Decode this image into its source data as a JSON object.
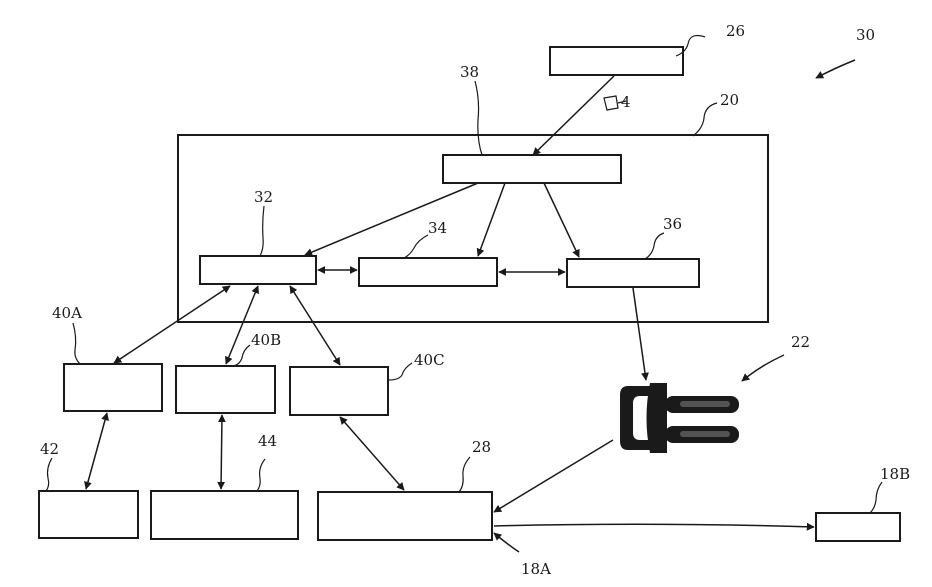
{
  "labels": {
    "system": "30",
    "controller": "20",
    "input_device": "26",
    "signal": "4",
    "processor": "38",
    "module_a": "32",
    "module_b": "34",
    "module_c": "36",
    "connector": "22",
    "unit_a": "40A",
    "unit_b": "40B",
    "unit_c": "40C",
    "device_a": "42",
    "device_b": "44",
    "device_c": "28",
    "terminal_a": "18A",
    "terminal_b": "18B"
  }
}
